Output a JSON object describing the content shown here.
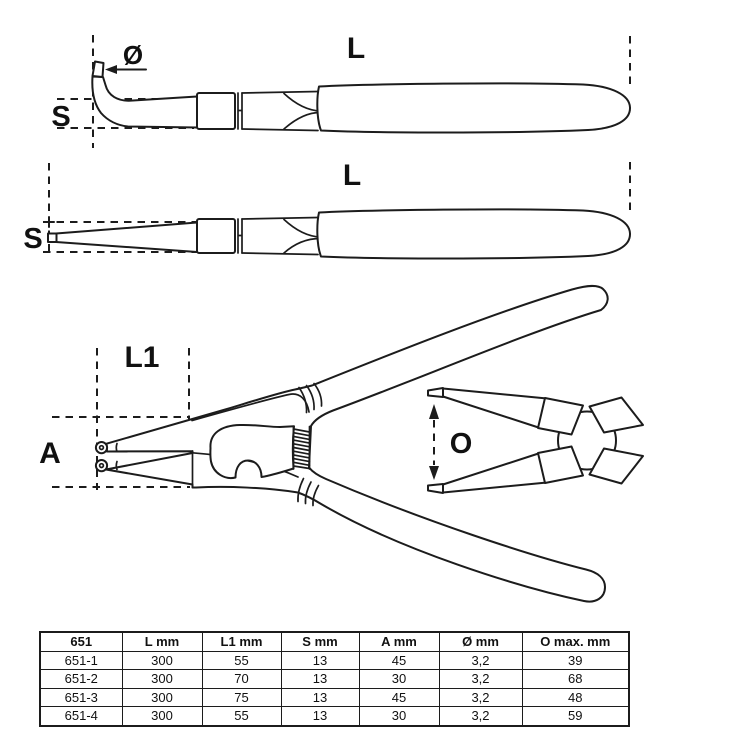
{
  "colors": {
    "line": "#1c1c1c",
    "background": "#ffffff"
  },
  "diagrams": {
    "bent_tip_side_view": {
      "diameter_label": "Ø",
      "length_label": "L",
      "tip_label": "S"
    },
    "straight_tip_side_view": {
      "length_label": "L",
      "tip_label": "S"
    },
    "open_pliers_view": {
      "jaw_length_label": "L1",
      "tip_spread_label": "A"
    },
    "front_opening_view": {
      "opening_label": "O"
    }
  },
  "table": {
    "headers": [
      "651",
      "L mm",
      "L1 mm",
      "S mm",
      "A mm",
      "Ø mm",
      "O max. mm"
    ],
    "rows": [
      [
        "651-1",
        "300",
        "55",
        "13",
        "45",
        "3,2",
        "39"
      ],
      [
        "651-2",
        "300",
        "70",
        "13",
        "30",
        "3,2",
        "68"
      ],
      [
        "651-3",
        "300",
        "75",
        "13",
        "45",
        "3,2",
        "48"
      ],
      [
        "651-4",
        "300",
        "55",
        "13",
        "30",
        "3,2",
        "59"
      ]
    ]
  }
}
